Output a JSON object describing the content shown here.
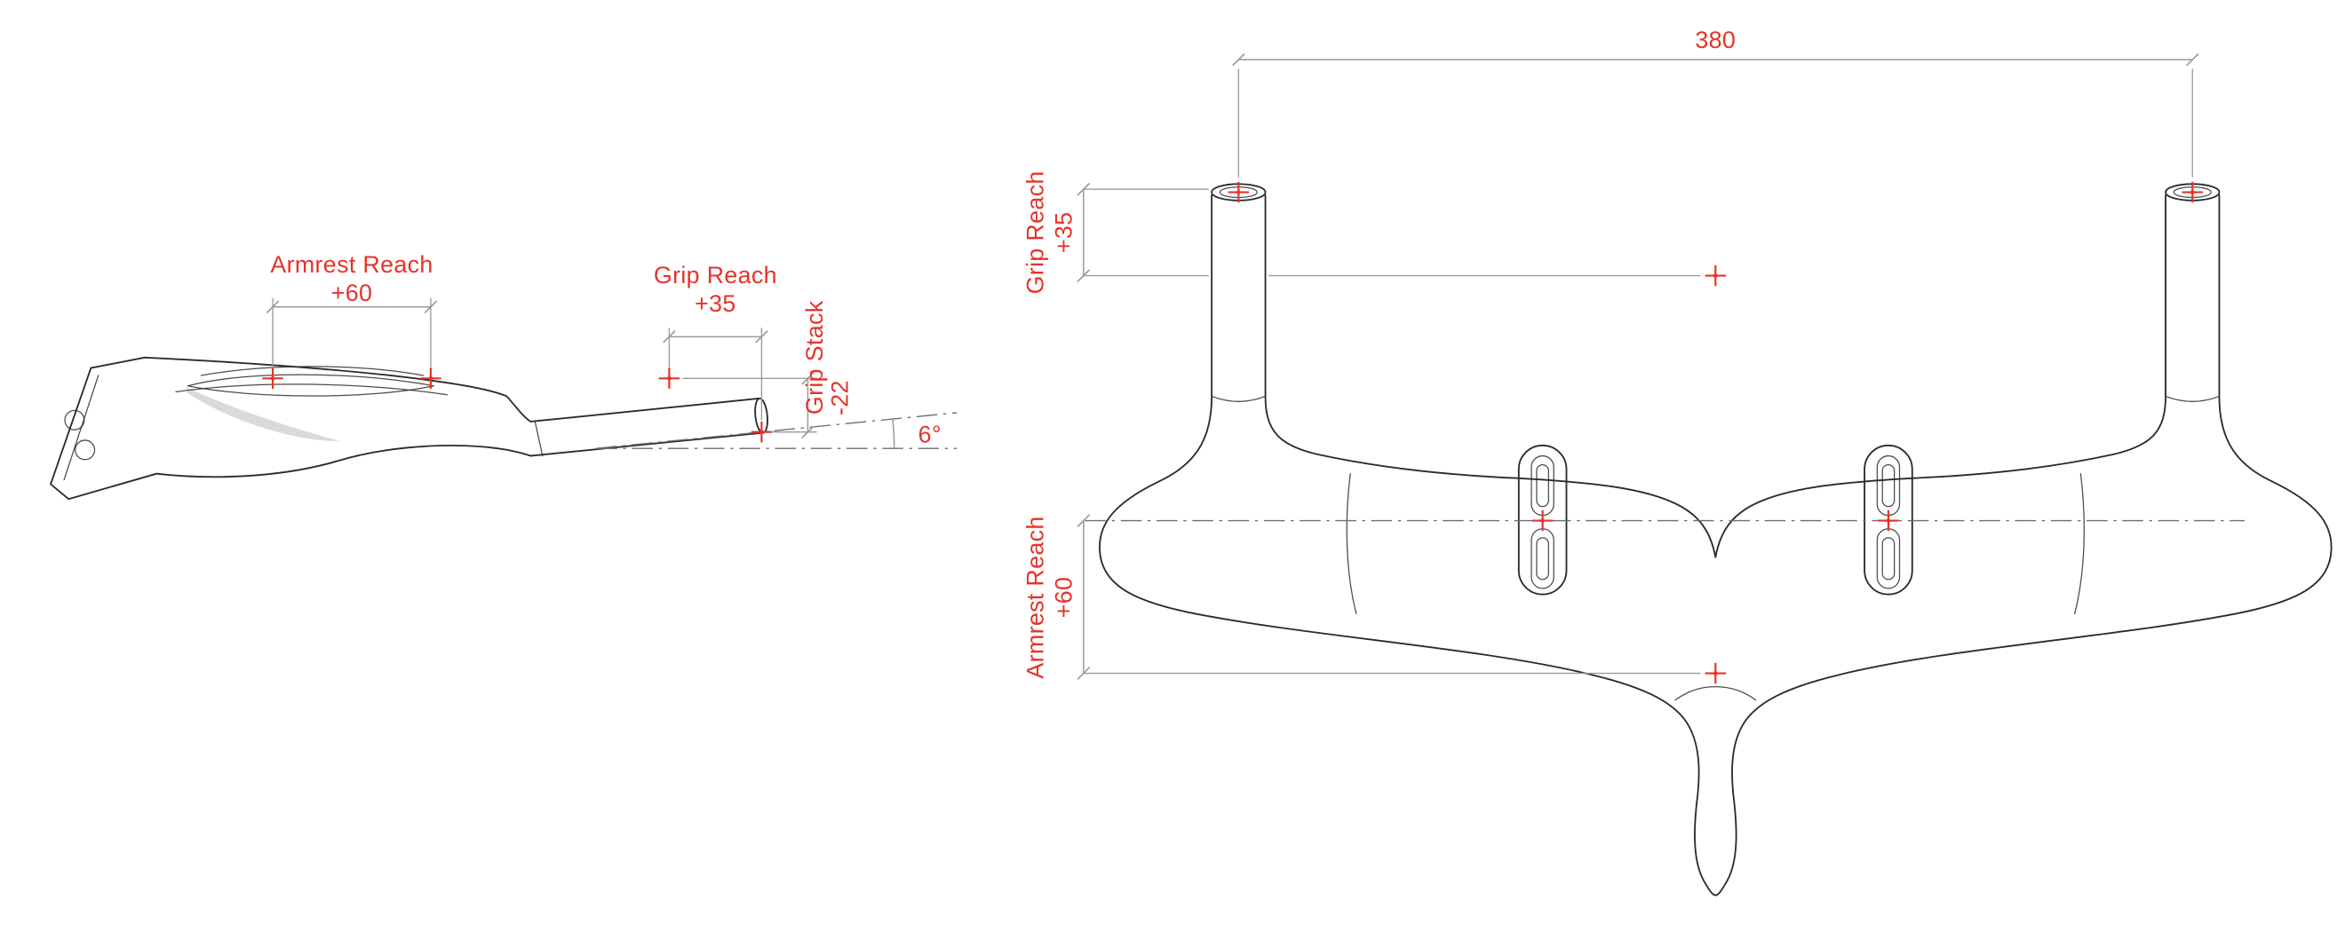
{
  "colors": {
    "accent": "#e5332a",
    "line": "#2b2b2b",
    "dim": "#9a9a9a"
  },
  "side_view": {
    "armrest_reach_label": "Armrest Reach",
    "armrest_reach_value": "+60",
    "grip_reach_label": "Grip Reach",
    "grip_reach_value": "+35",
    "grip_stack_label": "Grip Stack",
    "grip_stack_value": "-22",
    "grip_angle_value": "6°"
  },
  "front_view": {
    "overall_width_value": "380",
    "grip_reach_label": "Grip Reach",
    "grip_reach_value": "+35",
    "armrest_reach_label": "Armrest Reach",
    "armrest_reach_value": "+60"
  }
}
